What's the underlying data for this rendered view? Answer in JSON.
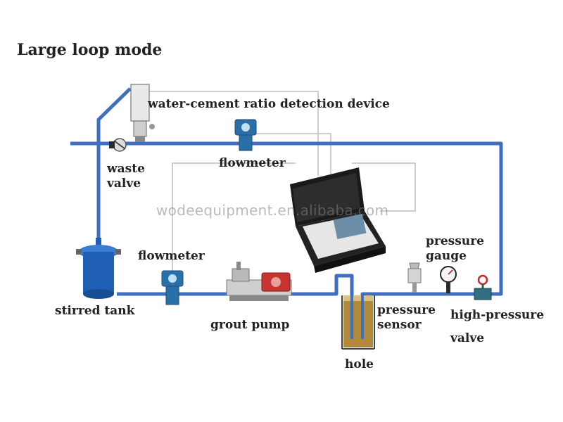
{
  "title": "Large loop mode",
  "watermark": "wodeequipment.en.alibaba.com",
  "labels": {
    "wc_device": "water-cement ratio detection device",
    "flowmeter_top": "flowmeter",
    "waste_valve_1": "waste",
    "waste_valve_2": "valve",
    "flowmeter_bottom": "flowmeter",
    "stirred_tank": "stirred tank",
    "grout_pump": "grout pump",
    "pressure_gauge_1": "pressure",
    "pressure_gauge_2": "gauge",
    "pressure_sensor_1": "pressure",
    "pressure_sensor_2": "sensor",
    "hp_valve_1": "high-pressure",
    "hp_valve_2": "valve",
    "hole": "hole"
  },
  "colors": {
    "pipe": "#3f6fc0",
    "signal_line": "#bdbdbd",
    "tank": "#1f5fb3",
    "meter": "#2a6fa8",
    "pump_red": "#c8342f",
    "hole_fill": "#b08a38"
  }
}
